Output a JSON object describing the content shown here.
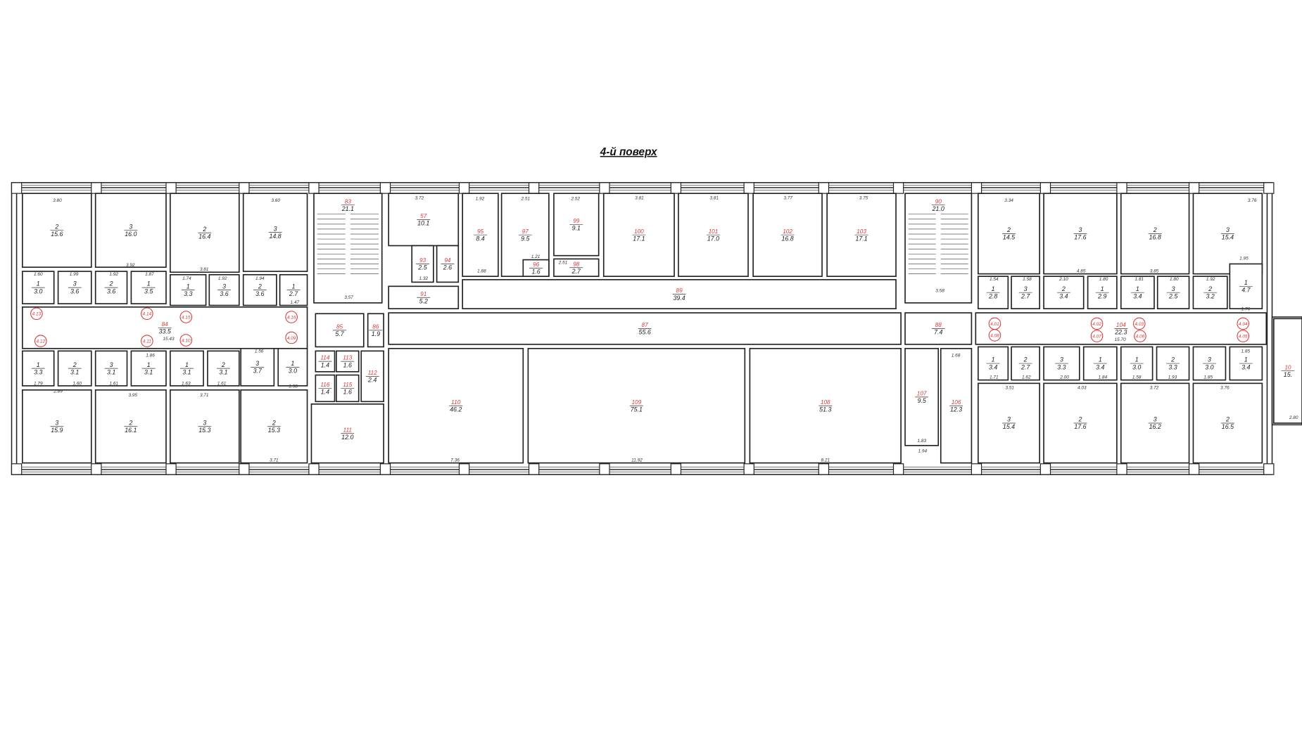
{
  "title": "4-й поверх",
  "rooms": [
    {
      "num": "",
      "area": "15.6",
      "sub": "2"
    },
    {
      "num": "",
      "area": "16.0",
      "sub": "3"
    },
    {
      "num": "",
      "area": "16.4",
      "sub": "2"
    },
    {
      "num": "",
      "area": "14.8",
      "sub": "3"
    },
    {
      "num": "",
      "area": "3.0",
      "sub": "1"
    },
    {
      "num": "",
      "area": "3.6",
      "sub": "3"
    },
    {
      "num": "",
      "area": "3.6",
      "sub": "2"
    },
    {
      "num": "",
      "area": "3.5",
      "sub": "1"
    },
    {
      "num": "",
      "area": "3.3",
      "sub": "1"
    },
    {
      "num": "",
      "area": "3.6",
      "sub": "3"
    },
    {
      "num": "",
      "area": "3.6",
      "sub": "2"
    },
    {
      "num": "",
      "area": "2.7",
      "sub": "1"
    },
    {
      "num": "83",
      "area": "21.1"
    },
    {
      "num": "84",
      "area": "33.5"
    },
    {
      "num": "85",
      "area": "5.7"
    },
    {
      "num": "86",
      "area": "1.9"
    },
    {
      "num": "",
      "area": "3.3",
      "sub": "1"
    },
    {
      "num": "",
      "area": "3.1",
      "sub": "2"
    },
    {
      "num": "",
      "area": "3.1",
      "sub": "3"
    },
    {
      "num": "",
      "area": "3.1",
      "sub": "1"
    },
    {
      "num": "",
      "area": "3.1",
      "sub": "1"
    },
    {
      "num": "",
      "area": "3.1",
      "sub": "2"
    },
    {
      "num": "",
      "area": "3.7",
      "sub": "3"
    },
    {
      "num": "",
      "area": "3.0",
      "sub": "1"
    },
    {
      "num": "",
      "area": "15.9",
      "sub": "3"
    },
    {
      "num": "",
      "area": "16.1",
      "sub": "2"
    },
    {
      "num": "",
      "area": "15.3",
      "sub": "3"
    },
    {
      "num": "",
      "area": "15.3",
      "sub": "2"
    },
    {
      "num": "114",
      "area": "1.4"
    },
    {
      "num": "113",
      "area": "1.6"
    },
    {
      "num": "116",
      "area": "1.4"
    },
    {
      "num": "115",
      "area": "1.6"
    },
    {
      "num": "112",
      "area": "2.4"
    },
    {
      "num": "111",
      "area": "12.0"
    },
    {
      "num": "57",
      "area": "10.1"
    },
    {
      "num": "93",
      "area": "2.5"
    },
    {
      "num": "94",
      "area": "2.6"
    },
    {
      "num": "91",
      "area": "5.2"
    },
    {
      "num": "95",
      "area": "8.4"
    },
    {
      "num": "97",
      "area": "9.5"
    },
    {
      "num": "96",
      "area": "1.6"
    },
    {
      "num": "99",
      "area": "9.1"
    },
    {
      "num": "98",
      "area": "2.7"
    },
    {
      "num": "100",
      "area": "17.1"
    },
    {
      "num": "101",
      "area": "17.0"
    },
    {
      "num": "102",
      "area": "16.8"
    },
    {
      "num": "103",
      "area": "17.1"
    },
    {
      "num": "89",
      "area": "39.4"
    },
    {
      "num": "87",
      "area": "55.6"
    },
    {
      "num": "110",
      "area": "46.2"
    },
    {
      "num": "109",
      "area": "75.1"
    },
    {
      "num": "108",
      "area": "51.3"
    },
    {
      "num": "90",
      "area": "21.0"
    },
    {
      "num": "88",
      "area": "7.4"
    },
    {
      "num": "107",
      "area": "9.5"
    },
    {
      "num": "106",
      "area": "12.3"
    },
    {
      "num": "",
      "area": "14.5",
      "sub": "2"
    },
    {
      "num": "",
      "area": "17.6",
      "sub": "3"
    },
    {
      "num": "",
      "area": "16.8",
      "sub": "2"
    },
    {
      "num": "",
      "area": "15.4",
      "sub": "3"
    },
    {
      "num": "",
      "area": "2.8",
      "sub": "1"
    },
    {
      "num": "",
      "area": "2.7",
      "sub": "3"
    },
    {
      "num": "",
      "area": "3.4",
      "sub": "2"
    },
    {
      "num": "",
      "area": "2.9",
      "sub": "1"
    },
    {
      "num": "",
      "area": "3.4",
      "sub": "1"
    },
    {
      "num": "",
      "area": "2.5",
      "sub": "3"
    },
    {
      "num": "",
      "area": "3.2",
      "sub": "2"
    },
    {
      "num": "",
      "area": "4.7",
      "sub": "1"
    },
    {
      "num": "104",
      "area": "22.3"
    },
    {
      "num": "",
      "area": "3.4",
      "sub": "1"
    },
    {
      "num": "",
      "area": "2.7",
      "sub": "2"
    },
    {
      "num": "",
      "area": "3.3",
      "sub": "3"
    },
    {
      "num": "",
      "area": "3.4",
      "sub": "1"
    },
    {
      "num": "",
      "area": "3.0",
      "sub": "1"
    },
    {
      "num": "",
      "area": "3.3",
      "sub": "2"
    },
    {
      "num": "",
      "area": "3.0",
      "sub": "3"
    },
    {
      "num": "",
      "area": "3.4",
      "sub": "1"
    },
    {
      "num": "",
      "area": "15.4",
      "sub": "3"
    },
    {
      "num": "",
      "area": "17.6",
      "sub": "2"
    },
    {
      "num": "",
      "area": "16.2",
      "sub": "3"
    },
    {
      "num": "",
      "area": "16.5",
      "sub": "2"
    },
    {
      "num": "10",
      "area": "15."
    }
  ],
  "markers": [
    "4.13",
    "4.14",
    "4.15",
    "4.16",
    "4.12",
    "4.11",
    "4.10",
    "4.09",
    "4.01",
    "4.08",
    "4.02",
    "4.07",
    "4.03",
    "4.06",
    "4.04",
    "4.05"
  ],
  "dims": [
    "3.80",
    "3.92",
    "3.81",
    "3.60",
    "1.60",
    "1.99",
    "1.92",
    "1.87",
    "1.74",
    "1.92",
    "1.94",
    "1.47",
    "3.57",
    "15.43",
    "1.79",
    "1.60",
    "1.61",
    "1.86",
    "1.63",
    "1.61",
    "1.58",
    "1.56",
    "2.89",
    "3.95",
    "3.71",
    "3.71",
    "3.72",
    "1.92",
    "2.51",
    "2.52",
    "3.81",
    "3.81",
    "3.77",
    "3.75",
    "1.32",
    "1.88",
    "2.51",
    "1.21",
    "7.36",
    "11.92",
    "8.21",
    "3.58",
    "1.68",
    "1.83",
    "1.94",
    "3.34",
    "3.76",
    "4.85",
    "3.85",
    "1.95",
    "1.54",
    "1.58",
    "2.10",
    "1.80",
    "1.81",
    "1.80",
    "1.92",
    "1.76",
    "15.70",
    "1.85",
    "1.71",
    "1.62",
    "2.00",
    "1.84",
    "1.58",
    "1.93",
    "1.85",
    "3.51",
    "4.03",
    "3.72",
    "3.76",
    "2.80"
  ]
}
